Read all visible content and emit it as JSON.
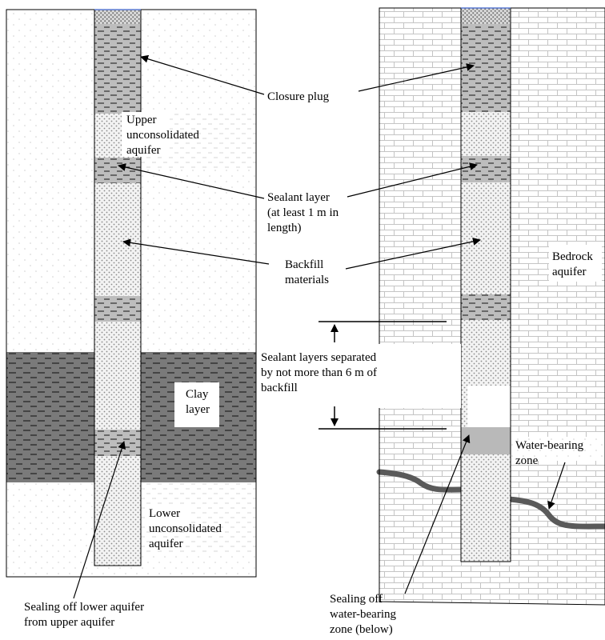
{
  "labels": {
    "closure_plug": "Closure plug",
    "upper_aquifer": "Upper\nunconsolidated\naquifer",
    "sealant_layer": "Sealant layer\n(at least 1 m in\nlength)",
    "backfill": "Backfill\nmaterials",
    "bedrock_aquifer": "Bedrock\naquifer",
    "sealant_separation": "Sealant layers separated\nby not more than 6 m of\nbackfill",
    "clay_layer": "Clay\nlayer",
    "water_bearing_zone": "Water-bearing\nzone",
    "lower_aquifer": "Lower\nunconsolidated\naquifer",
    "sealing_lower": "Sealing off lower aquifer\nfrom upper aquifer",
    "sealing_water": "Sealing off\nwater-bearing\nzone (below)"
  },
  "colors": {
    "sand_dot": "#d0d0d0",
    "gravel_bg": "#f3f3f3",
    "gravel_dot": "#8a8a8a",
    "sealant_bg": "#bdbdbd",
    "clay_bg": "#7a7a7a",
    "brick_line": "#c4c4c4",
    "water_zone": "#b9b9b9",
    "fracture": "#5a5a5a"
  }
}
